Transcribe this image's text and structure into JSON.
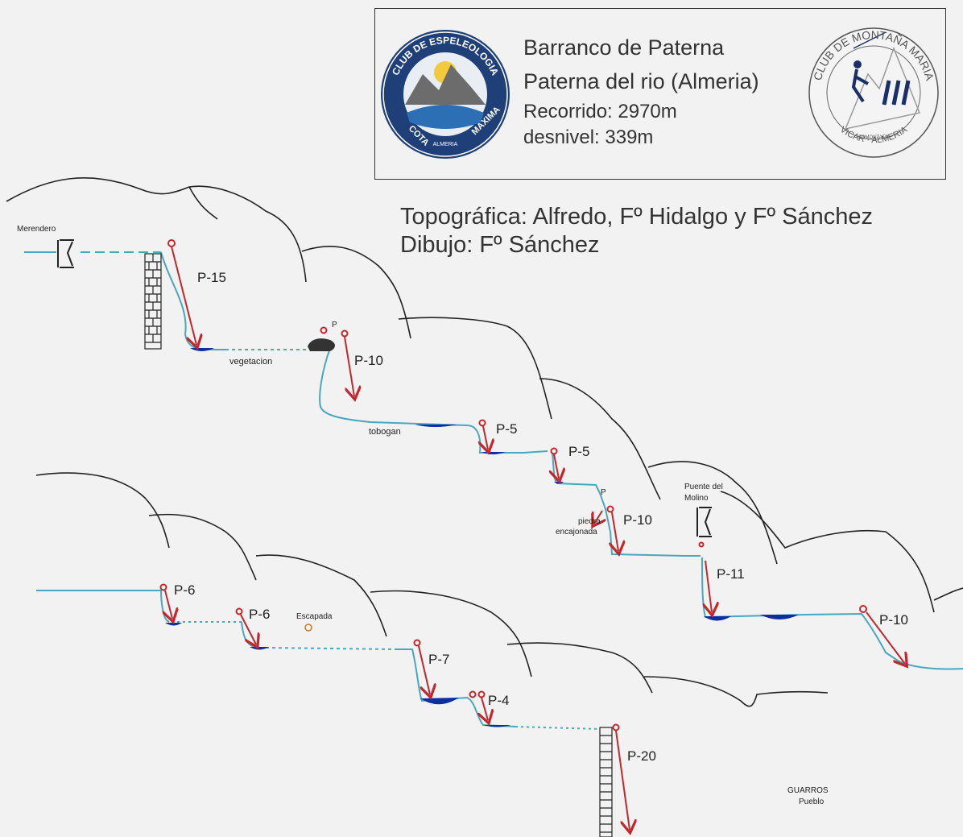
{
  "header": {
    "title": "Barranco de Paterna",
    "location": "Paterna del rio (Almeria)",
    "recorrido": "Recorrido: 2970m",
    "desnivel": "desnivel: 339m"
  },
  "credits": {
    "topografia": "Topográfica: Alfredo, Fº Hidalgo y Fº Sánchez",
    "dibujo": "Dibujo: Fº Sánchez"
  },
  "logos": {
    "left": {
      "top_text": "CLUB DE ESPELEOLOGIA",
      "bottom_left": "COTA",
      "bottom_right": "MAXIMA",
      "bottom_center": "ALMERIA"
    },
    "right": {
      "ring_text": "CLUB DE MONTAÑA MARIA",
      "bottom_text": "VICAR · ALMERIA",
      "center_text": "SOMONTAÑA"
    }
  },
  "descents": [
    {
      "id": "p15",
      "label": "P-15"
    },
    {
      "id": "p10a",
      "label": "P-10"
    },
    {
      "id": "p5a",
      "label": "P-5"
    },
    {
      "id": "p5b",
      "label": "P-5"
    },
    {
      "id": "p10b",
      "label": "P-10"
    },
    {
      "id": "p11",
      "label": "P-11"
    },
    {
      "id": "p10c",
      "label": "P-10"
    },
    {
      "id": "p6a",
      "label": "P-6"
    },
    {
      "id": "p6b",
      "label": "P-6"
    },
    {
      "id": "p7",
      "label": "P-7"
    },
    {
      "id": "p4",
      "label": "P-4"
    },
    {
      "id": "p20",
      "label": "P-20"
    }
  ],
  "annotations": {
    "merendero": "Merendero",
    "vegetacion": "vegetacion",
    "tobogan": "tobogan",
    "anchor_p1": "P",
    "anchor_p2": "P",
    "piedra1": "piedra",
    "piedra2": "encajonada",
    "puente1": "Puente del",
    "puente2": "Molino",
    "escapada": "Escapada",
    "guarros1": "GUARROS",
    "guarros2": "Pueblo"
  },
  "colors": {
    "water": "#0b2fa0",
    "stream": "#4aa7c0",
    "rappel": "#c1272d",
    "terrain": "#222222"
  }
}
